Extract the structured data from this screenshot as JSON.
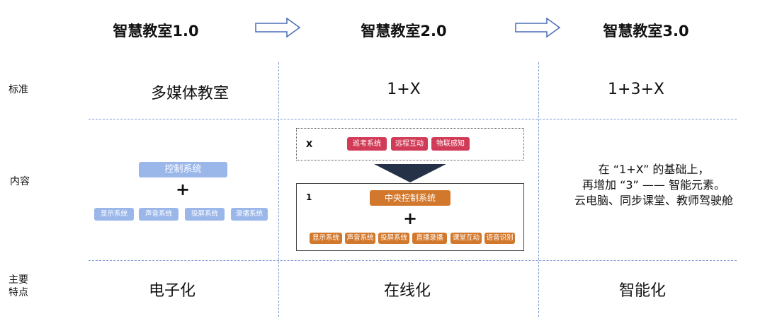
{
  "columns": [
    {
      "title": "智慧教室1.0"
    },
    {
      "title": "智慧教室2.0"
    },
    {
      "title": "智慧教室3.0"
    }
  ],
  "rows": {
    "standard": "标准",
    "content": "内容",
    "features_line1": "主要",
    "features_line2": "特点"
  },
  "standard": [
    "多媒体教室",
    "1+X",
    "1+3+X"
  ],
  "features": [
    "电子化",
    "在线化",
    "智能化"
  ],
  "col1_content": {
    "control": "控制系统",
    "plus": "+",
    "systems": [
      "显示系统",
      "声音系统",
      "投屏系统",
      "录播系统"
    ]
  },
  "col2_content": {
    "x_label": "X",
    "x_items": [
      "巡考系统",
      "远程互动",
      "物联感知"
    ],
    "one_label": "1",
    "central": "中央控制系统",
    "plus": "+",
    "systems": [
      "显示系统",
      "声音系统",
      "投屏系统",
      "直播录播",
      "课堂互动",
      "语音识别"
    ]
  },
  "col3_content": {
    "lines": [
      "在 “1+X” 的基础上，",
      "再增加 “3” —— 智能元素。",
      "云电脑、同步课堂、教师驾驶舱"
    ]
  },
  "colors": {
    "divider": "#7d9bd1",
    "blue": "#9bb7ea",
    "red": "#d23b57",
    "orange": "#d2782c",
    "triangle": "#243147"
  }
}
